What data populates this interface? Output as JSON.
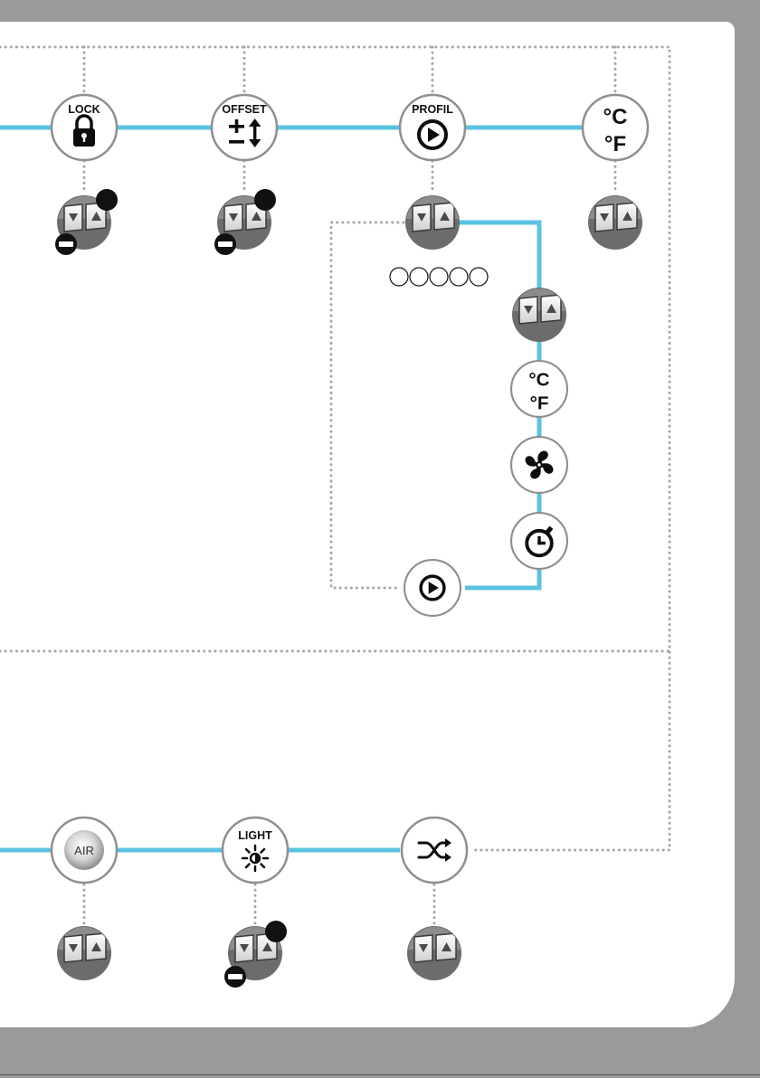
{
  "colors": {
    "flow_line": "#5bc3e1",
    "dotted_line": "#a6a6a6",
    "node_border": "#8f8f8f",
    "icon": "#0d0d0d",
    "frame": "#9a9a9a",
    "updown_body": "#6c6c6c",
    "badge": "#111111"
  },
  "nodes": {
    "lock": {
      "label": "LOCK",
      "icon": "lock-icon"
    },
    "offset": {
      "label": "OFFSET",
      "icon": "plus-minus-updown-icon"
    },
    "profil": {
      "label": "PROFIL",
      "icon": "play-circle-icon"
    },
    "units": {
      "line1": "°C",
      "line2": "°F"
    },
    "profile_units": {
      "line1": "°C",
      "line2": "°F"
    },
    "profile_fan": {
      "icon": "fan-icon"
    },
    "profile_timer": {
      "icon": "timer-icon"
    },
    "profile_play": {
      "icon": "play-circle-icon"
    },
    "air": {
      "label": "AIR"
    },
    "light": {
      "label": "LIGHT",
      "icon": "brightness-icon"
    },
    "shuffle": {
      "icon": "shuffle-icon"
    }
  },
  "updown_keys": {
    "icon": "updown-arrows-icon"
  },
  "profile_slots": {
    "count": 5
  }
}
